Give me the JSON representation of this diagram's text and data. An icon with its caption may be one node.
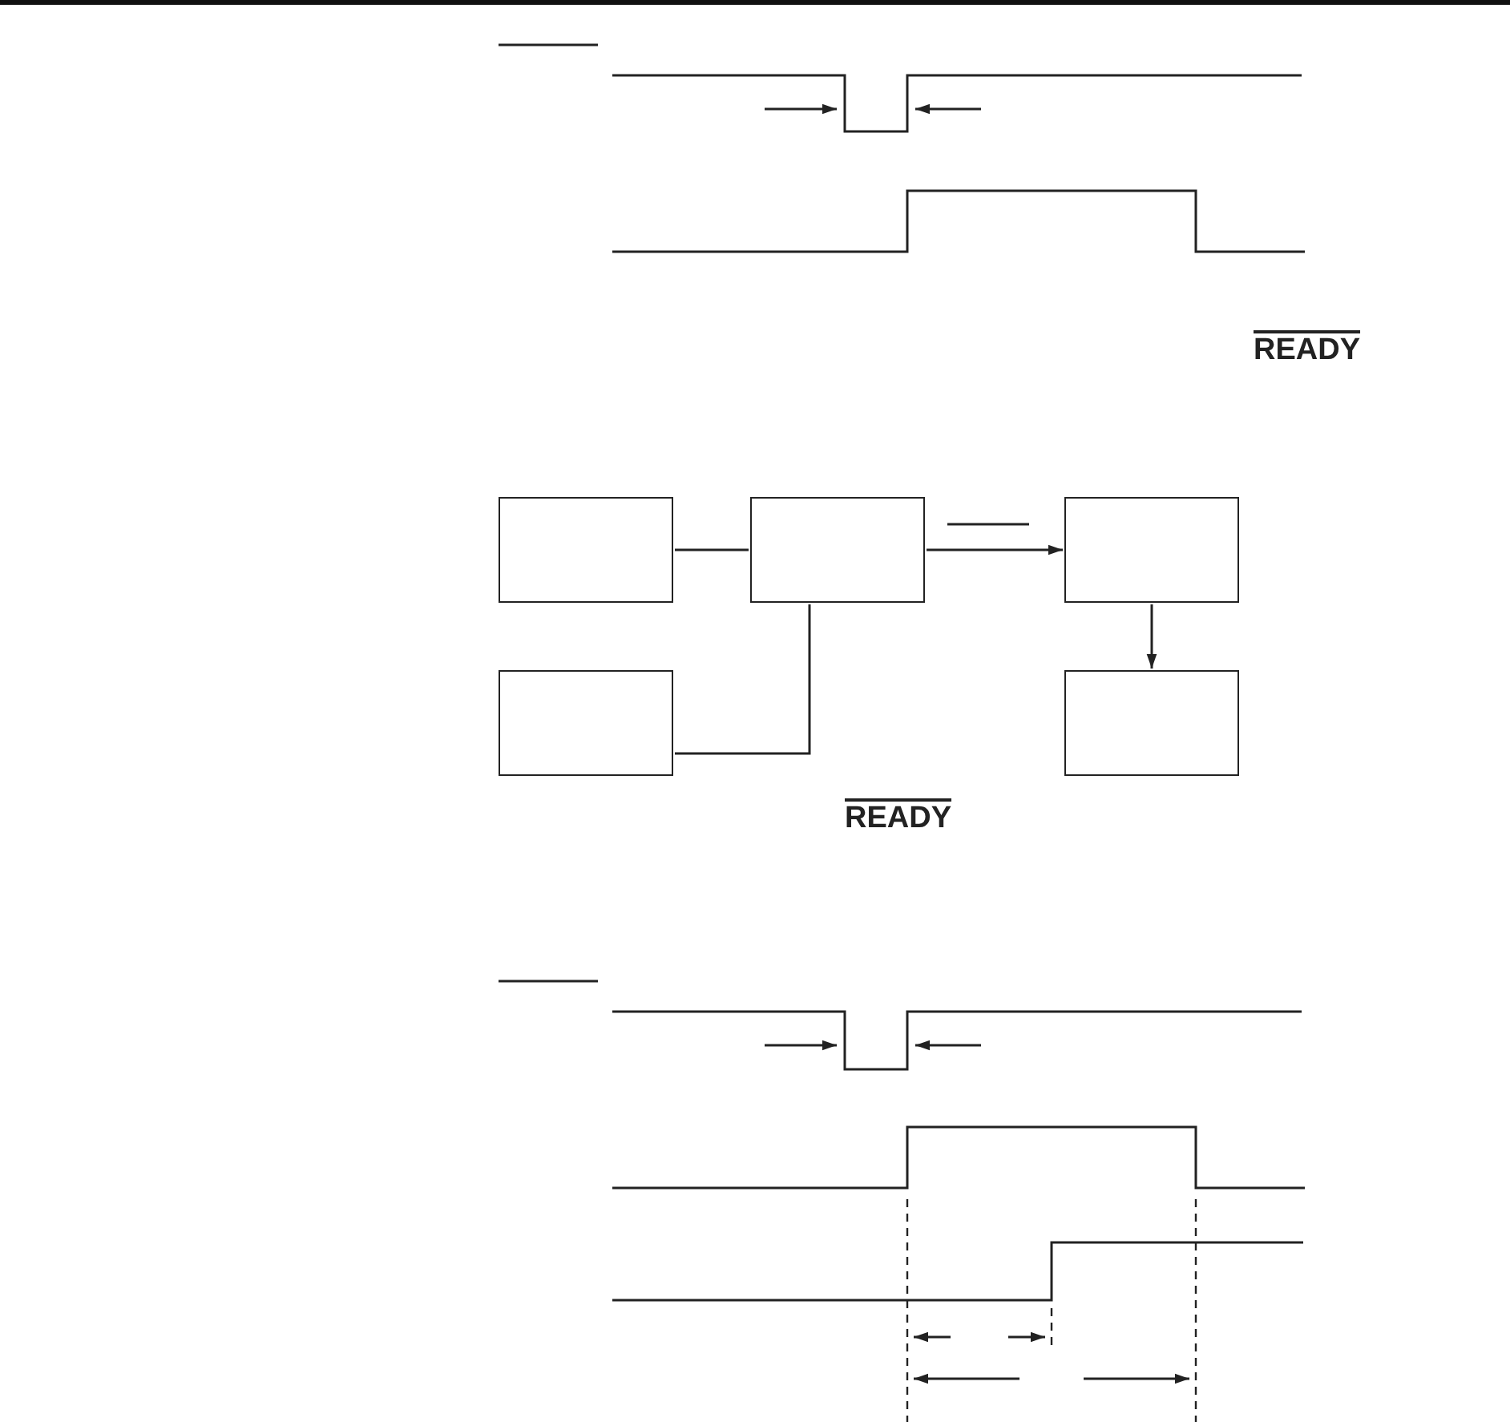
{
  "diagram": {
    "nodes": [
      {
        "text": [],
        "shape": "box"
      },
      {
        "text": [],
        "shape": "box"
      },
      {
        "text": [],
        "shape": "box"
      },
      {
        "text": [],
        "shape": "box"
      },
      {
        "text": [],
        "shape": "box"
      }
    ],
    "edges": [
      {
        "from": 0,
        "to": 1,
        "arrow": "none"
      },
      {
        "from": 3,
        "to": 1,
        "arrow": "none"
      },
      {
        "from": 1,
        "to": 2,
        "arrow": "to"
      },
      {
        "from": 2,
        "to": 4,
        "arrow": "to"
      }
    ],
    "labels": [
      "READY",
      "READY"
    ]
  }
}
